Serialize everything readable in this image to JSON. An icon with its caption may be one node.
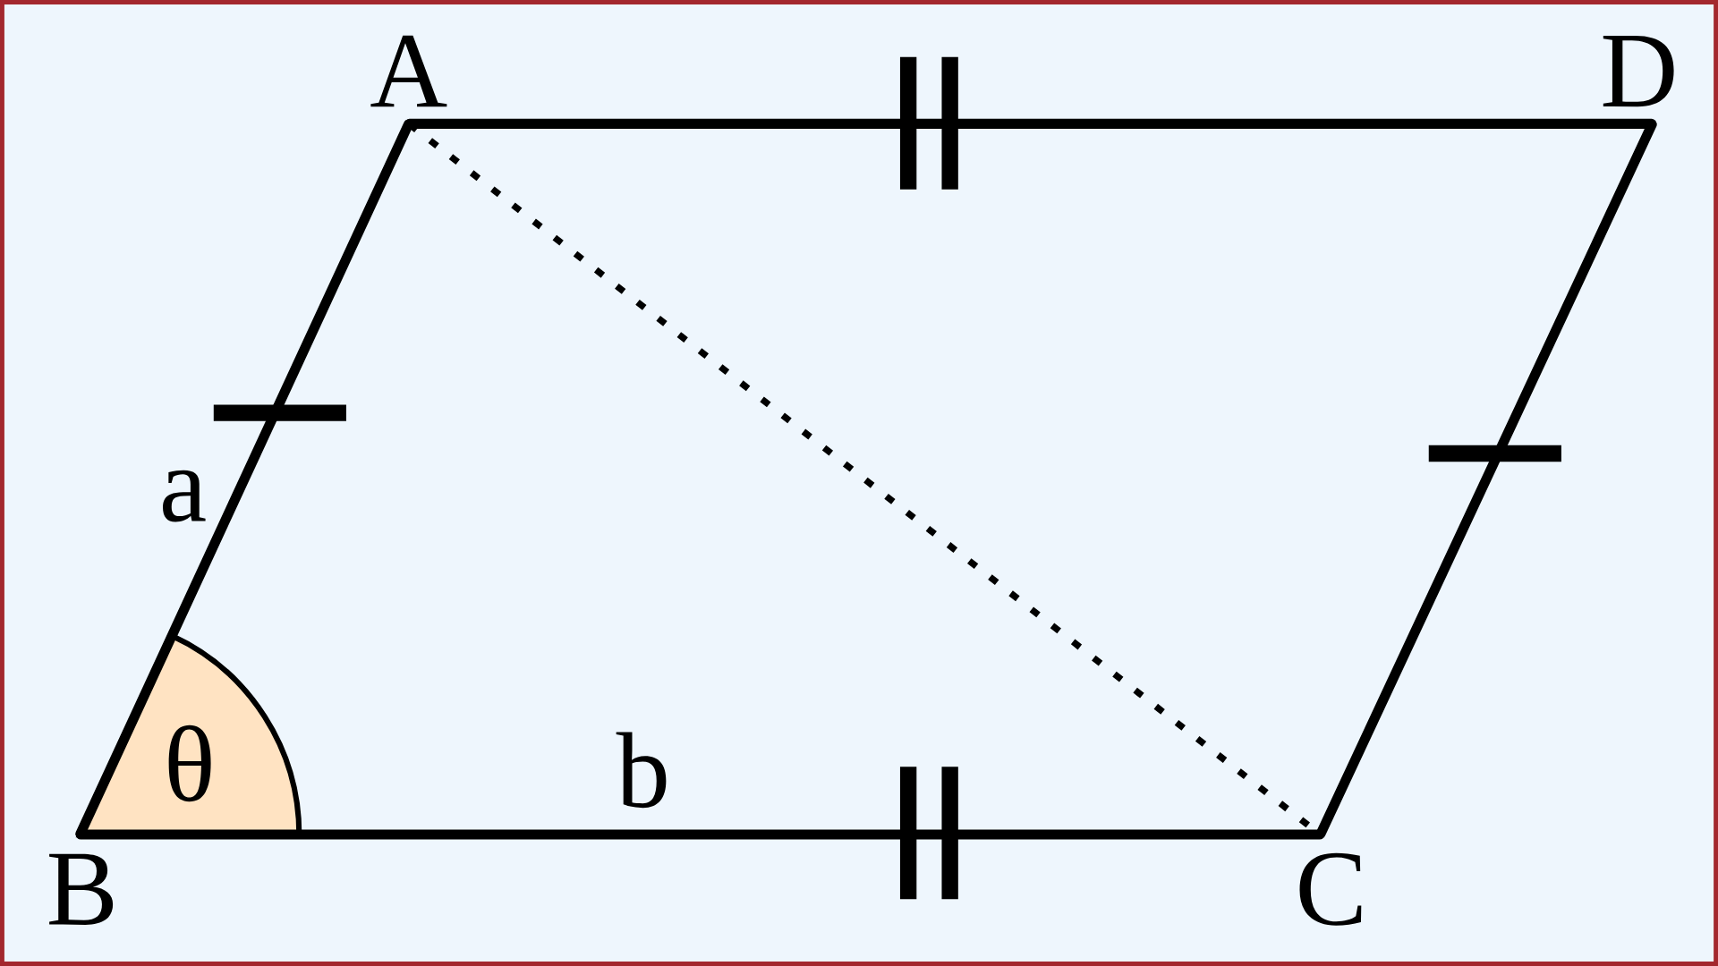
{
  "diagram": {
    "nodes": [
      {
        "text": [
          "A"
        ]
      },
      {
        "text": [
          "D"
        ]
      },
      {
        "text": [
          "B"
        ]
      },
      {
        "text": [
          "C"
        ]
      }
    ],
    "edges": [
      {
        "from": 0,
        "to": 2,
        "arrow": "none",
        "label": "a"
      },
      {
        "from": 2,
        "to": 3,
        "arrow": "none",
        "label": "b"
      },
      {
        "from": 3,
        "to": 1,
        "arrow": "none"
      },
      {
        "from": 1,
        "to": 0,
        "arrow": "none"
      },
      {
        "from": 0,
        "to": 3,
        "arrow": "none",
        "style": "dashed"
      }
    ],
    "labels": [
      "θ"
    ]
  }
}
